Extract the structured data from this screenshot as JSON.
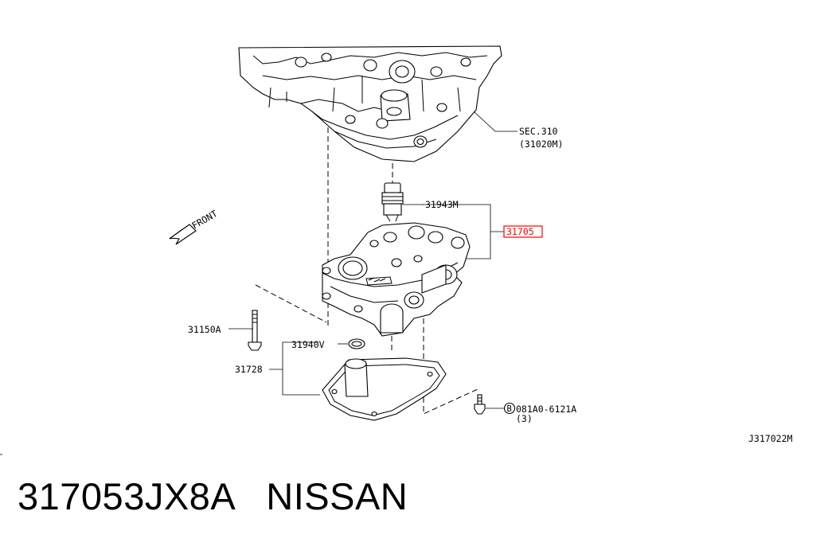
{
  "diagram": {
    "labels": {
      "sec": "SEC.310",
      "sec_sub": "(31020M)",
      "front": "FRONT",
      "p31943m": "31943M",
      "p31705": "31705",
      "p31150a": "31150A",
      "p31940v": "31940V",
      "p31728": "31728",
      "bolt_circle": "B",
      "bolt": "081A0-6121A",
      "bolt_qty": "(3)",
      "code": "J317022M"
    },
    "highlight_color": "#ff0000"
  },
  "caption": {
    "part_number": "317053JX8A",
    "brand": "NISSAN"
  }
}
